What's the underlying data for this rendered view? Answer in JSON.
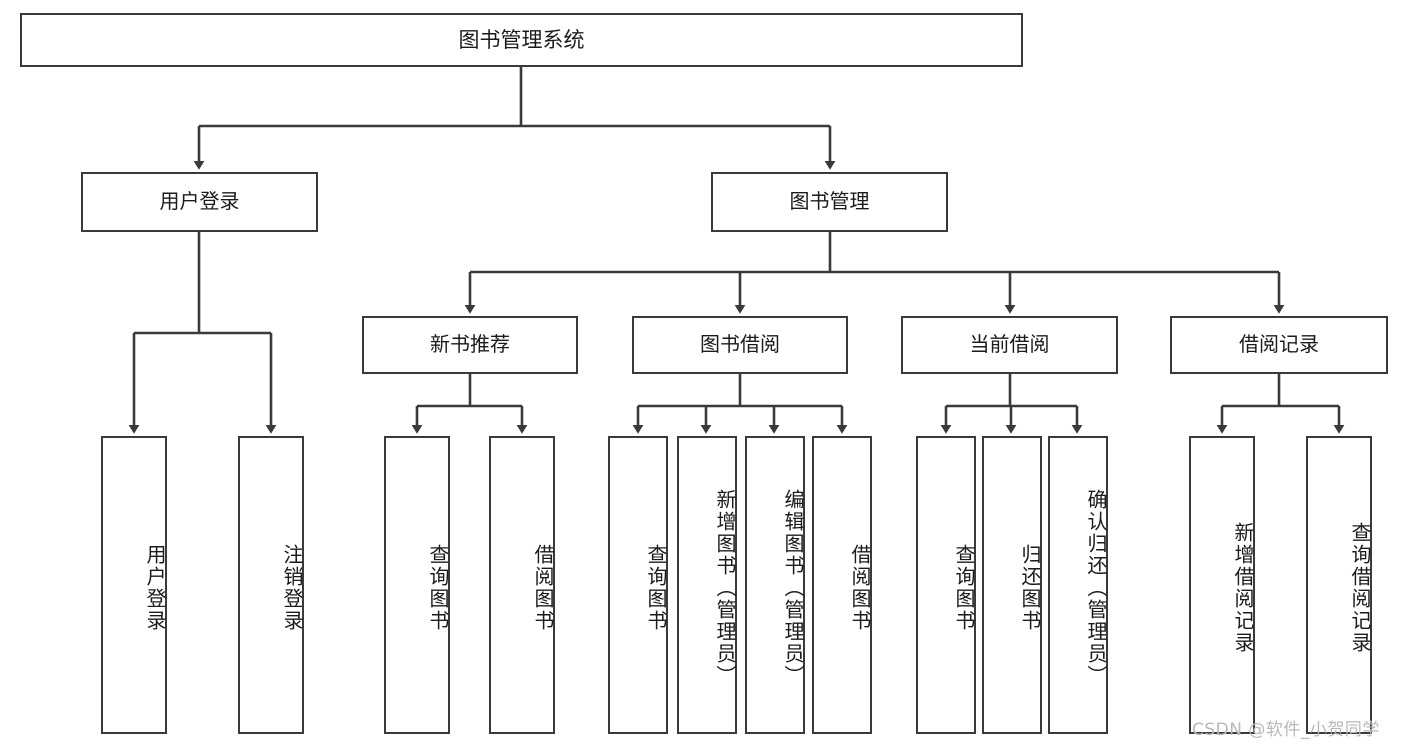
{
  "diagram": {
    "type": "tree",
    "title": "图书管理系统",
    "watermark": "CSDN @软件_小贺同学",
    "stroke_color": "#3a3a3a",
    "text_color": "#1b1b1b",
    "background_color": "#ffffff",
    "nodes": {
      "root": {
        "label": "图书管理系统"
      },
      "level2": [
        {
          "id": "user-login",
          "label": "用户登录"
        },
        {
          "id": "book-manage",
          "label": "图书管理"
        }
      ],
      "level3": [
        {
          "id": "new-book-recommend",
          "label": "新书推荐",
          "parent": "book-manage"
        },
        {
          "id": "book-borrow",
          "label": "图书借阅",
          "parent": "book-manage"
        },
        {
          "id": "current-borrow",
          "label": "当前借阅",
          "parent": "book-manage"
        },
        {
          "id": "borrow-record",
          "label": "借阅记录",
          "parent": "book-manage"
        }
      ],
      "leaves": [
        {
          "id": "leaf-user-login",
          "label": "用户登录",
          "parent": "user-login"
        },
        {
          "id": "leaf-logout-login",
          "label": "注销登录",
          "parent": "user-login"
        },
        {
          "id": "leaf-query-book-1",
          "label": "查询图书",
          "parent": "new-book-recommend"
        },
        {
          "id": "leaf-borrow-book-1",
          "label": "借阅图书",
          "parent": "new-book-recommend"
        },
        {
          "id": "leaf-query-book-2",
          "label": "查询图书",
          "parent": "book-borrow"
        },
        {
          "id": "leaf-add-book",
          "label": "新增图书（管理员）",
          "parent": "book-borrow"
        },
        {
          "id": "leaf-edit-book",
          "label": "编辑图书（管理员）",
          "parent": "book-borrow"
        },
        {
          "id": "leaf-borrow-book-2",
          "label": "借阅图书",
          "parent": "book-borrow"
        },
        {
          "id": "leaf-query-book-3",
          "label": "查询图书",
          "parent": "current-borrow"
        },
        {
          "id": "leaf-return-book",
          "label": "归还图书",
          "parent": "current-borrow"
        },
        {
          "id": "leaf-confirm-return",
          "label": "确认归还（管理员）",
          "parent": "current-borrow"
        },
        {
          "id": "leaf-add-record",
          "label": "新增借阅记录",
          "parent": "borrow-record"
        },
        {
          "id": "leaf-query-record",
          "label": "查询借阅记录",
          "parent": "borrow-record"
        }
      ]
    }
  }
}
